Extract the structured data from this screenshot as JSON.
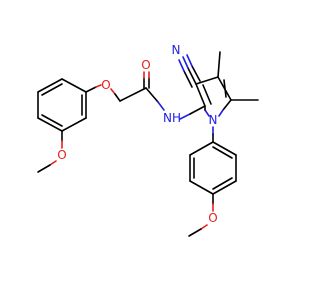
{
  "molecule": {
    "atom_labels": {
      "nitrile_n": "N",
      "pyrrole_n": "N",
      "amide_nh": "NH",
      "amide_o": "O",
      "ether_o": "O",
      "methoxy_o_left": "O",
      "methoxy_o_right": "O"
    },
    "colors": {
      "carbon": "#000000",
      "nitrogen": "#1f1fe6",
      "oxygen": "#e61f1f"
    }
  }
}
